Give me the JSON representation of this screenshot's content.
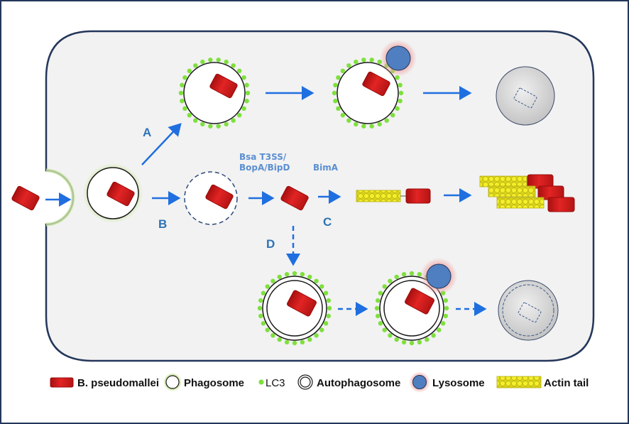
{
  "pathway_labels": {
    "a": "A",
    "b": "B",
    "c": "C",
    "d": "D"
  },
  "annotations": {
    "t3ss_line1": "Bsa T3SS/",
    "t3ss_line2": "BopA/BipD",
    "bima": "BimA"
  },
  "legend": {
    "bacterium": "B. pseudomallei",
    "phagosome": "Phagosome",
    "lc3": "LC3",
    "autophagosome": "Autophagosome",
    "lysosome": "Lysosome",
    "actin_tail": "Actin tail"
  },
  "colors": {
    "arrow": "#1f6fe0",
    "bacterium": "#d81c1c",
    "lc3": "#7ee03c",
    "lysosome": "#4f7fc0",
    "actin": "#f2ee20",
    "cell_fill": "#f2f2f2",
    "cell_stroke": "#24365a",
    "label": "#2e74b5"
  }
}
